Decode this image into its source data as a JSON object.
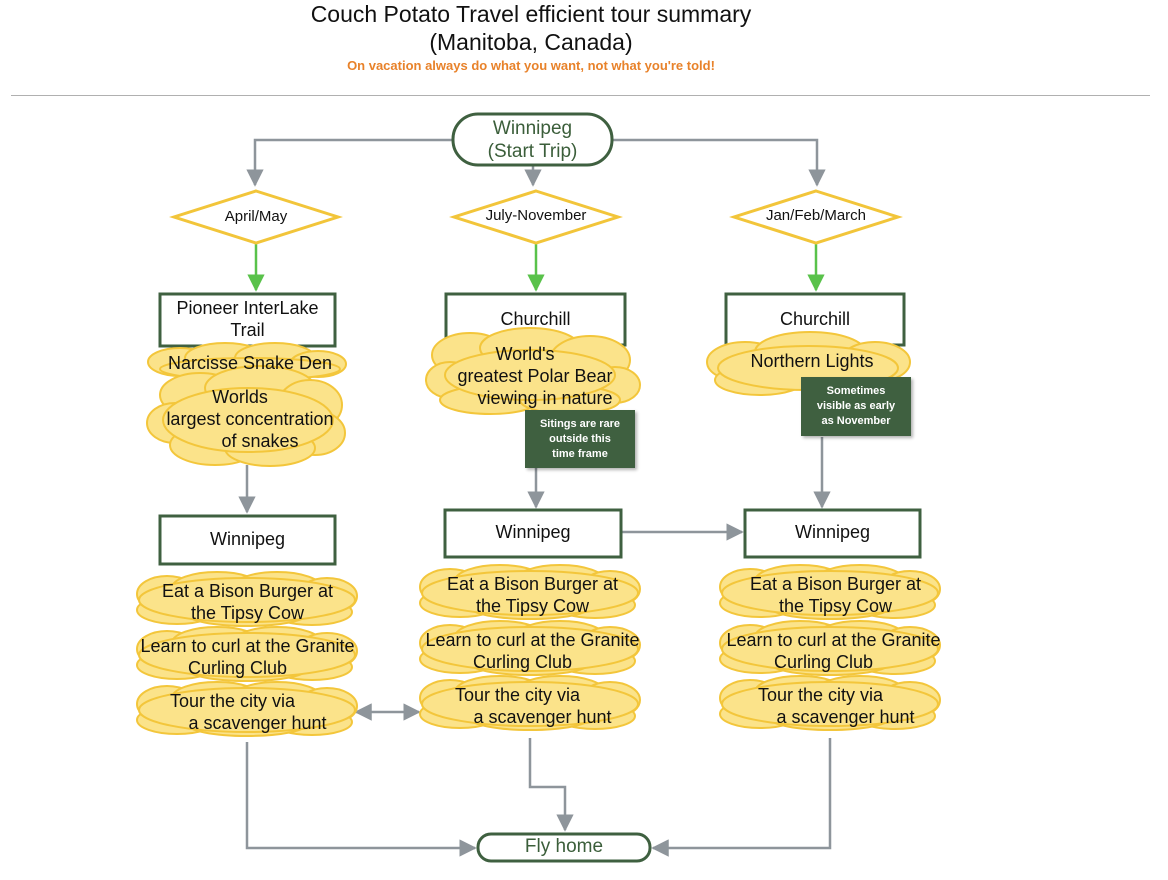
{
  "header": {
    "title_line1": "Couch Potato Travel efficient tour summary",
    "title_line2": "(Manitoba, Canada)",
    "subtitle": "On vacation always do what you want, not what you're told!"
  },
  "start": {
    "line1": "Winnipeg",
    "line2": "(Start Trip)"
  },
  "end": {
    "label": "Fly home"
  },
  "columns": [
    {
      "season": "April/May",
      "destination": {
        "line1": "Pioneer InterLake",
        "line2": "Trail"
      },
      "clouds": [
        "Narcisse Snake Den",
        "Worlds",
        "largest concentration",
        "of snakes"
      ],
      "city": "Winnipeg",
      "activities": [
        "Eat a Bison Burger at",
        "the Tipsy Cow",
        "Learn to curl at the Granite",
        "Curling Club",
        "Tour the city via",
        "a scavenger hunt"
      ]
    },
    {
      "season": "July-November",
      "destination": {
        "line1": "Churchill"
      },
      "clouds": [
        "World's",
        "greatest Polar Bear",
        "viewing in nature"
      ],
      "note": [
        "Sitings are rare",
        "outside this",
        "time frame"
      ],
      "city": "Winnipeg",
      "activities": [
        "Eat a Bison Burger at",
        "the Tipsy Cow",
        "Learn to curl at the Granite",
        "Curling Club",
        "Tour the city via",
        "a scavenger hunt"
      ]
    },
    {
      "season": "Jan/Feb/March",
      "destination": {
        "line1": "Churchill"
      },
      "clouds": [
        "Northern Lights"
      ],
      "note": [
        "Sometimes",
        "visible as early",
        "as November"
      ],
      "city": "Winnipeg",
      "activities": [
        "Eat a Bison Burger at",
        "the Tipsy Cow",
        "Learn to curl at the Granite",
        "Curling Club",
        "Tour the city via",
        "a scavenger hunt"
      ]
    }
  ],
  "colors": {
    "node_border": "#3f6040",
    "start_text": "#3b5e3a",
    "diamond_border": "#f2c53a",
    "cloud_fill": "#fbe38a",
    "cloud_border": "#f3c63b",
    "note_fill": "#3f6040",
    "arrow": "#8e959b",
    "green_arrow": "#59c24a",
    "subtitle": "#e8822a"
  }
}
